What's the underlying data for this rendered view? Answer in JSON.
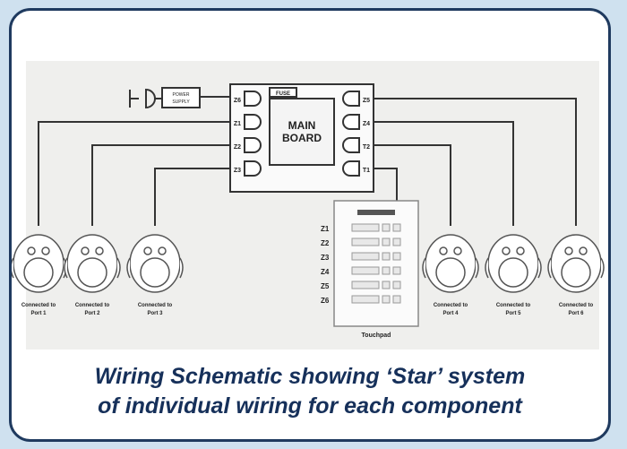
{
  "caption": {
    "line1": "Wiring Schematic showing ‘Star’ system",
    "line2": "of individual wiring for each component"
  },
  "diagram": {
    "power_supply_label": [
      "POWER",
      "SUPPLY"
    ],
    "fuse_label": "FUSE",
    "main_board_label": [
      "MAIN",
      "BOARD"
    ],
    "left_ports": [
      "Z6",
      "Z1",
      "Z2",
      "Z3"
    ],
    "right_ports": [
      "Z5",
      "Z4",
      "T2",
      "T1"
    ],
    "touchpad_zones": [
      "Z1",
      "Z2",
      "Z3",
      "Z4",
      "Z5",
      "Z6"
    ],
    "touchpad_label": "Touchpad",
    "heads": [
      {
        "label": [
          "Connected to",
          "Port 1"
        ]
      },
      {
        "label": [
          "Connected to",
          "Port 2"
        ]
      },
      {
        "label": [
          "Connected to",
          "Port 3"
        ]
      },
      {
        "label": [
          "Connected to",
          "Port 4"
        ]
      },
      {
        "label": [
          "Connected to",
          "Port 5"
        ]
      },
      {
        "label": [
          "Connected to",
          "Port 6"
        ]
      }
    ]
  },
  "colors": {
    "frame": "#1f3a5f",
    "caption": "#16305a",
    "background": "#cfe1ef"
  }
}
